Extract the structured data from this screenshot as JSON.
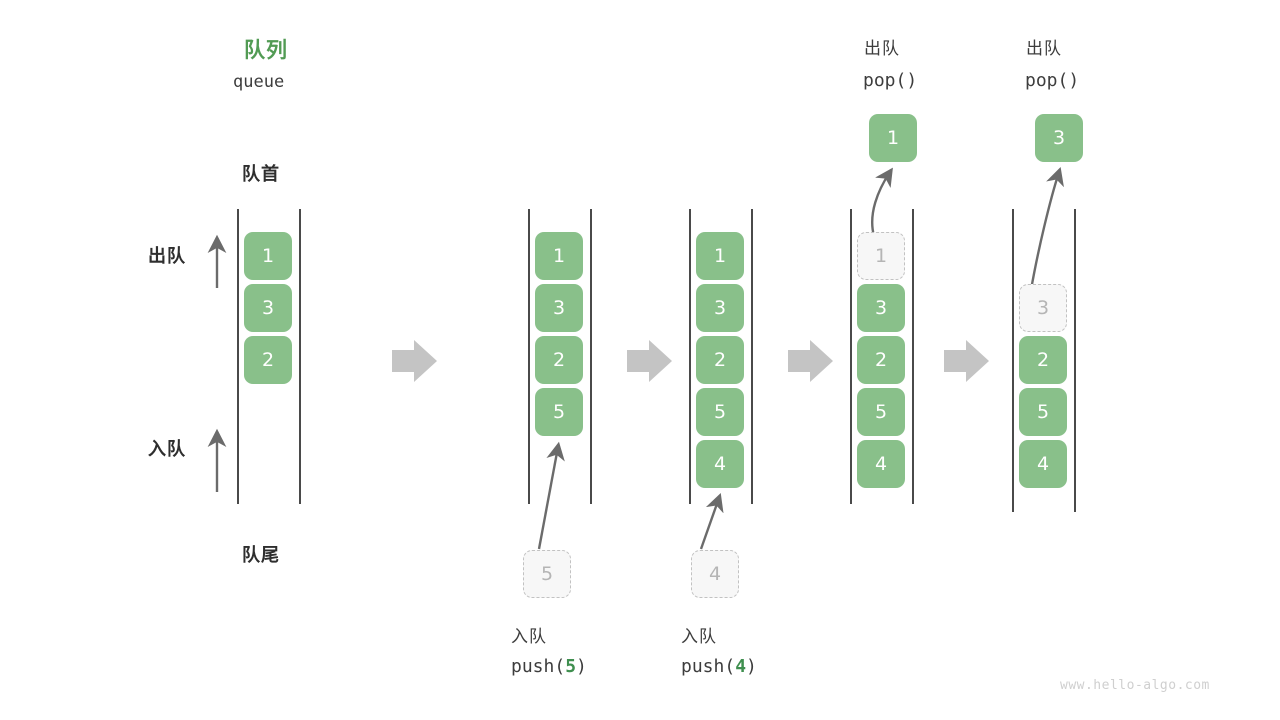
{
  "header": {
    "title_cn": "队列",
    "title_en": "queue",
    "front_label": "队首",
    "rear_label": "队尾",
    "dequeue_label": "出队",
    "enqueue_label": "入队"
  },
  "watermark": "www.hello-algo.com",
  "colors": {
    "accent_green": "#529b54",
    "cell_green": "#89c08a",
    "ghost_fill": "#f7f7f7",
    "ghost_border": "#c2c2c2",
    "rail": "#4a4a4a",
    "arrow": "#6b6b6b",
    "step_arrow": "#c4c4c4",
    "code_num": "#3f8f4f"
  },
  "steps": [
    {
      "id": "initial",
      "caption_cn": "",
      "caption_code_pre": "",
      "caption_code_num": "",
      "caption_code_post": "",
      "top_cn": "",
      "top_code": "",
      "cells": [
        {
          "value": "1",
          "state": "filled"
        },
        {
          "value": "3",
          "state": "filled"
        },
        {
          "value": "2",
          "state": "filled"
        }
      ],
      "floating_cell": null,
      "incoming_ghost": null
    },
    {
      "id": "push-5",
      "caption_cn": "入队",
      "caption_code_pre": "push(",
      "caption_code_num": "5",
      "caption_code_post": ")",
      "top_cn": "",
      "top_code": "",
      "cells": [
        {
          "value": "1",
          "state": "filled"
        },
        {
          "value": "3",
          "state": "filled"
        },
        {
          "value": "2",
          "state": "filled"
        },
        {
          "value": "5",
          "state": "filled"
        }
      ],
      "incoming_ghost": {
        "value": "5"
      }
    },
    {
      "id": "push-4",
      "caption_cn": "入队",
      "caption_code_pre": "push(",
      "caption_code_num": "4",
      "caption_code_post": ")",
      "top_cn": "",
      "top_code": "",
      "cells": [
        {
          "value": "1",
          "state": "filled"
        },
        {
          "value": "3",
          "state": "filled"
        },
        {
          "value": "2",
          "state": "filled"
        },
        {
          "value": "5",
          "state": "filled"
        },
        {
          "value": "4",
          "state": "filled"
        }
      ],
      "incoming_ghost": {
        "value": "4"
      }
    },
    {
      "id": "pop-1",
      "caption_cn": "",
      "caption_code_pre": "",
      "caption_code_num": "",
      "caption_code_post": "",
      "top_cn": "出队",
      "top_code": "pop()",
      "cells": [
        {
          "value": "1",
          "state": "ghost"
        },
        {
          "value": "3",
          "state": "filled"
        },
        {
          "value": "2",
          "state": "filled"
        },
        {
          "value": "5",
          "state": "filled"
        },
        {
          "value": "4",
          "state": "filled"
        }
      ],
      "popped_cell": {
        "value": "1"
      }
    },
    {
      "id": "pop-3",
      "caption_cn": "",
      "caption_code_pre": "",
      "caption_code_num": "",
      "caption_code_post": "",
      "top_cn": "出队",
      "top_code": "pop()",
      "cells": [
        {
          "value": "3",
          "state": "ghost"
        },
        {
          "value": "2",
          "state": "filled"
        },
        {
          "value": "5",
          "state": "filled"
        },
        {
          "value": "4",
          "state": "filled"
        }
      ],
      "popped_cell": {
        "value": "3"
      }
    }
  ]
}
